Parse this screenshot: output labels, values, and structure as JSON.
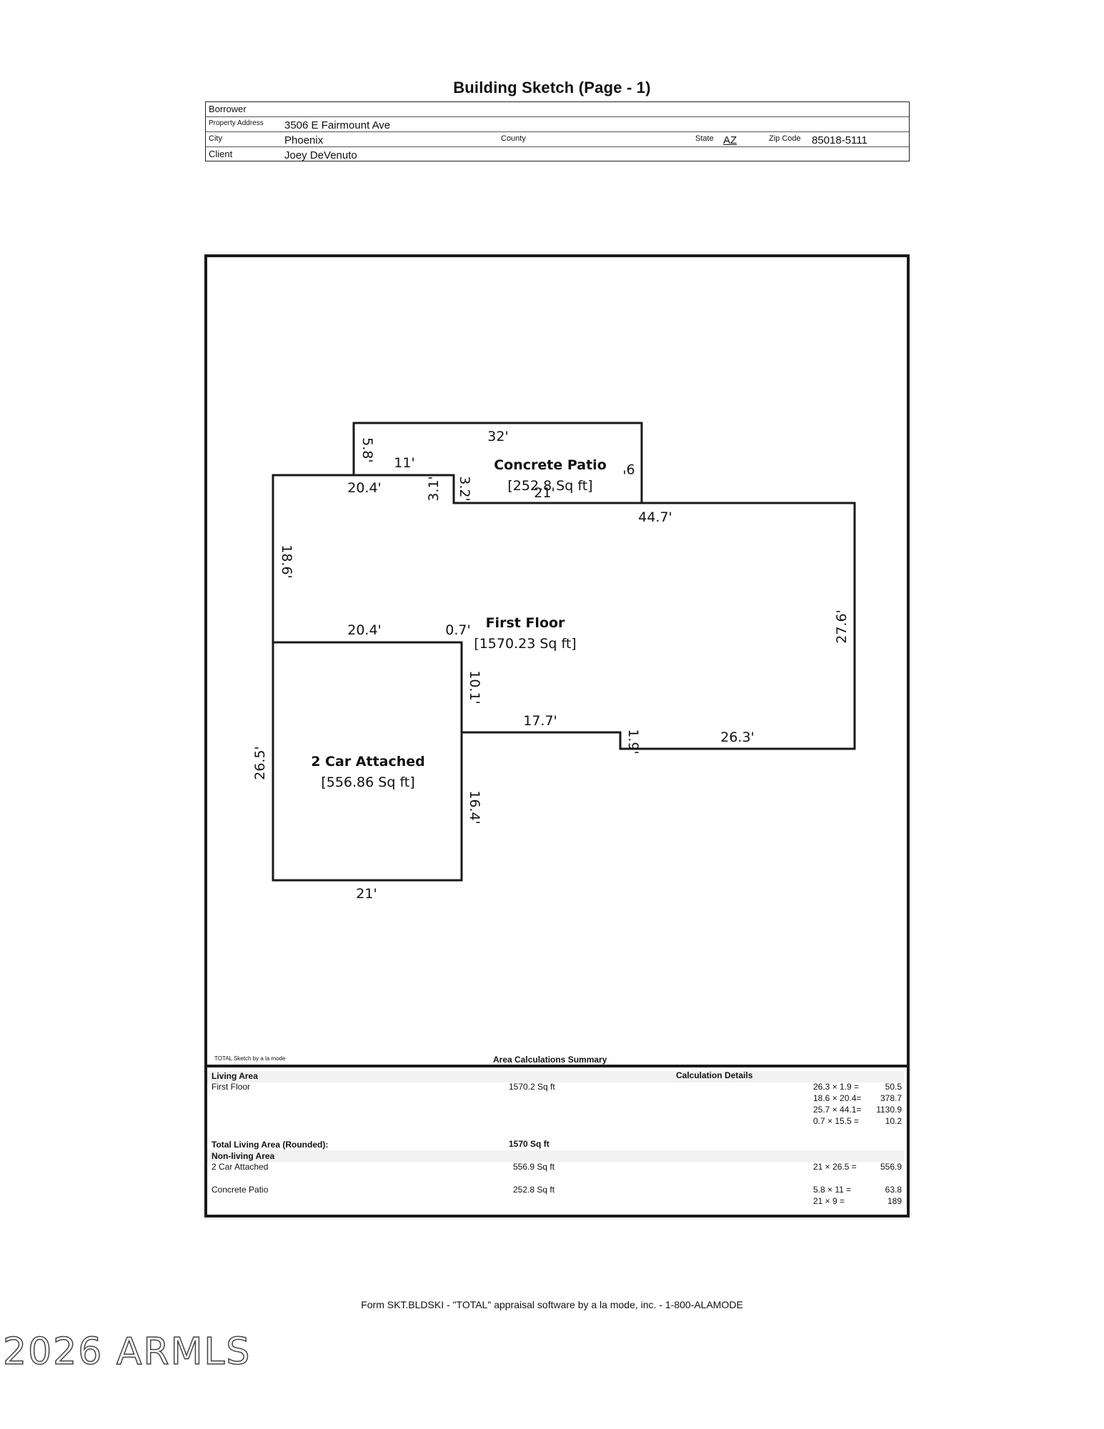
{
  "page_title": "Building Sketch (Page - 1)",
  "info": {
    "borrower_label": "Borrower",
    "borrower_value": "",
    "address_label": "Property Address",
    "address_value": "3506 E Fairmount Ave",
    "city_label": "City",
    "city_value": "Phoenix",
    "county_label": "County",
    "county_value": "",
    "state_label": "State",
    "state_value": "AZ",
    "zip_label": "Zip Code",
    "zip_value": "85018-5111",
    "client_label": "Client",
    "client_value": "Joey DeVenuto"
  },
  "sketch": {
    "patio_name": "Concrete Patio",
    "patio_area": "[252.8 Sq ft]",
    "floor_name": "First Floor",
    "floor_area": "[1570.23 Sq ft]",
    "garage_name": "2 Car Attached",
    "garage_area": "[556.86 Sq ft]",
    "dims": {
      "patio_top": "32'",
      "patio_left": "5.8'",
      "patio_inner": "11'",
      "patio_right": "9'",
      "patio_bottom": "21'",
      "step_a": "3.1'",
      "step_b": "3.2'",
      "floor_top_left": "20.4'",
      "floor_top_right": "44.7'",
      "floor_left": "18.6'",
      "floor_right": "27.6'",
      "garage_top": "20.4'",
      "jog_small": "0.7'",
      "garage_right_upper": "10.1'",
      "floor_bottom_mid": "17.7'",
      "jog_bottom": "1.9'",
      "floor_bottom_right": "26.3'",
      "garage_left": "26.5'",
      "garage_right_lower": "16.4'",
      "garage_bottom": "21'"
    }
  },
  "summary": {
    "credit": "TOTAL Sketch by a la mode",
    "title": "Area Calculations Summary",
    "living_area_label": "Living Area",
    "calc_details_label": "Calculation Details",
    "first_floor_label": "First Floor",
    "first_floor_value": "1570.2 Sq ft",
    "first_floor_calcs": [
      {
        "expr": "26.3 × 1.9 =",
        "result": "50.5"
      },
      {
        "expr": "18.6 × 20.4=",
        "result": "378.7"
      },
      {
        "expr": "25.7 × 44.1=",
        "result": "1130.9"
      },
      {
        "expr": "0.7 × 15.5 =",
        "result": "10.2"
      }
    ],
    "total_label": "Total Living Area (Rounded):",
    "total_value": "1570 Sq ft",
    "non_living_label": "Non-living Area",
    "garage_label": "2 Car Attached",
    "garage_value": "556.9 Sq ft",
    "garage_calcs": [
      {
        "expr": "21 × 26.5 =",
        "result": "556.9"
      }
    ],
    "patio_label": "Concrete Patio",
    "patio_value": "252.8 Sq ft",
    "patio_calcs": [
      {
        "expr": "5.8 × 11 =",
        "result": "63.8"
      },
      {
        "expr": "21 × 9 =",
        "result": "189"
      }
    ]
  },
  "footer": "Form SKT.BLDSKI - \"TOTAL\" appraisal software by a la mode, inc. - 1-800-ALAMODE",
  "watermark": "2026 ARMLS"
}
